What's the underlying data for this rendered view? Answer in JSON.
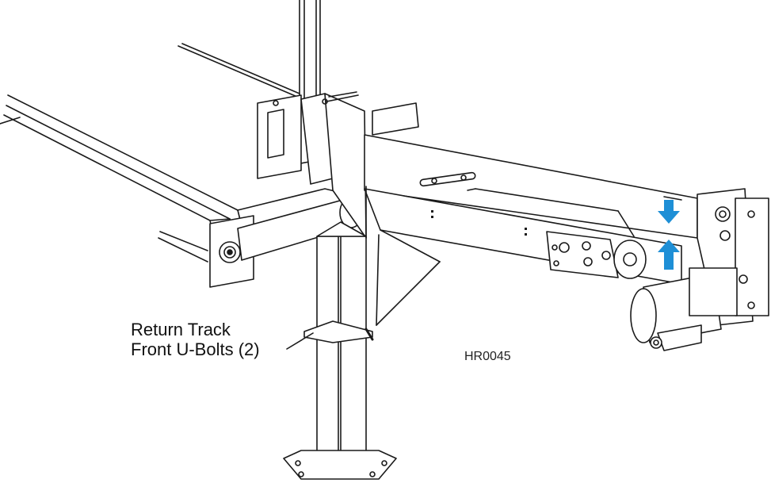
{
  "callout": {
    "line1": "Return Track",
    "line2": "Front U-Bolts (2)"
  },
  "figure_id": "HR0045",
  "colors": {
    "line": "#1a1a1a",
    "arrow": "#1e8fd6",
    "background": "#ffffff"
  },
  "icons": {
    "down_arrow": "arrow-down-icon",
    "up_arrow": "arrow-up-icon"
  }
}
